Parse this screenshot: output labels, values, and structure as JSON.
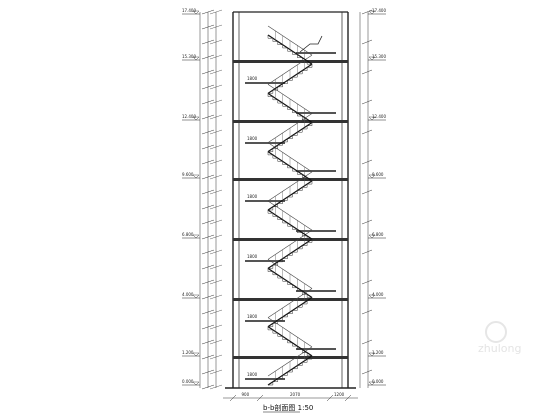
{
  "drawing": {
    "caption": "b-b剖面图 1:50",
    "level_labels_left": [
      "17.400",
      "15.300",
      "12.400",
      "9.600",
      "6.800",
      "4.000",
      "1.200",
      "0.000"
    ],
    "level_labels_right": [
      "17.400",
      "15.300",
      "12.400",
      "9.600",
      "6.800",
      "4.000",
      "1.200",
      "0.000"
    ],
    "flight_count": 12,
    "stair_note": "1800",
    "bottom_dims": [
      "900",
      "2070",
      "1200"
    ],
    "watermark": "zhulong"
  }
}
